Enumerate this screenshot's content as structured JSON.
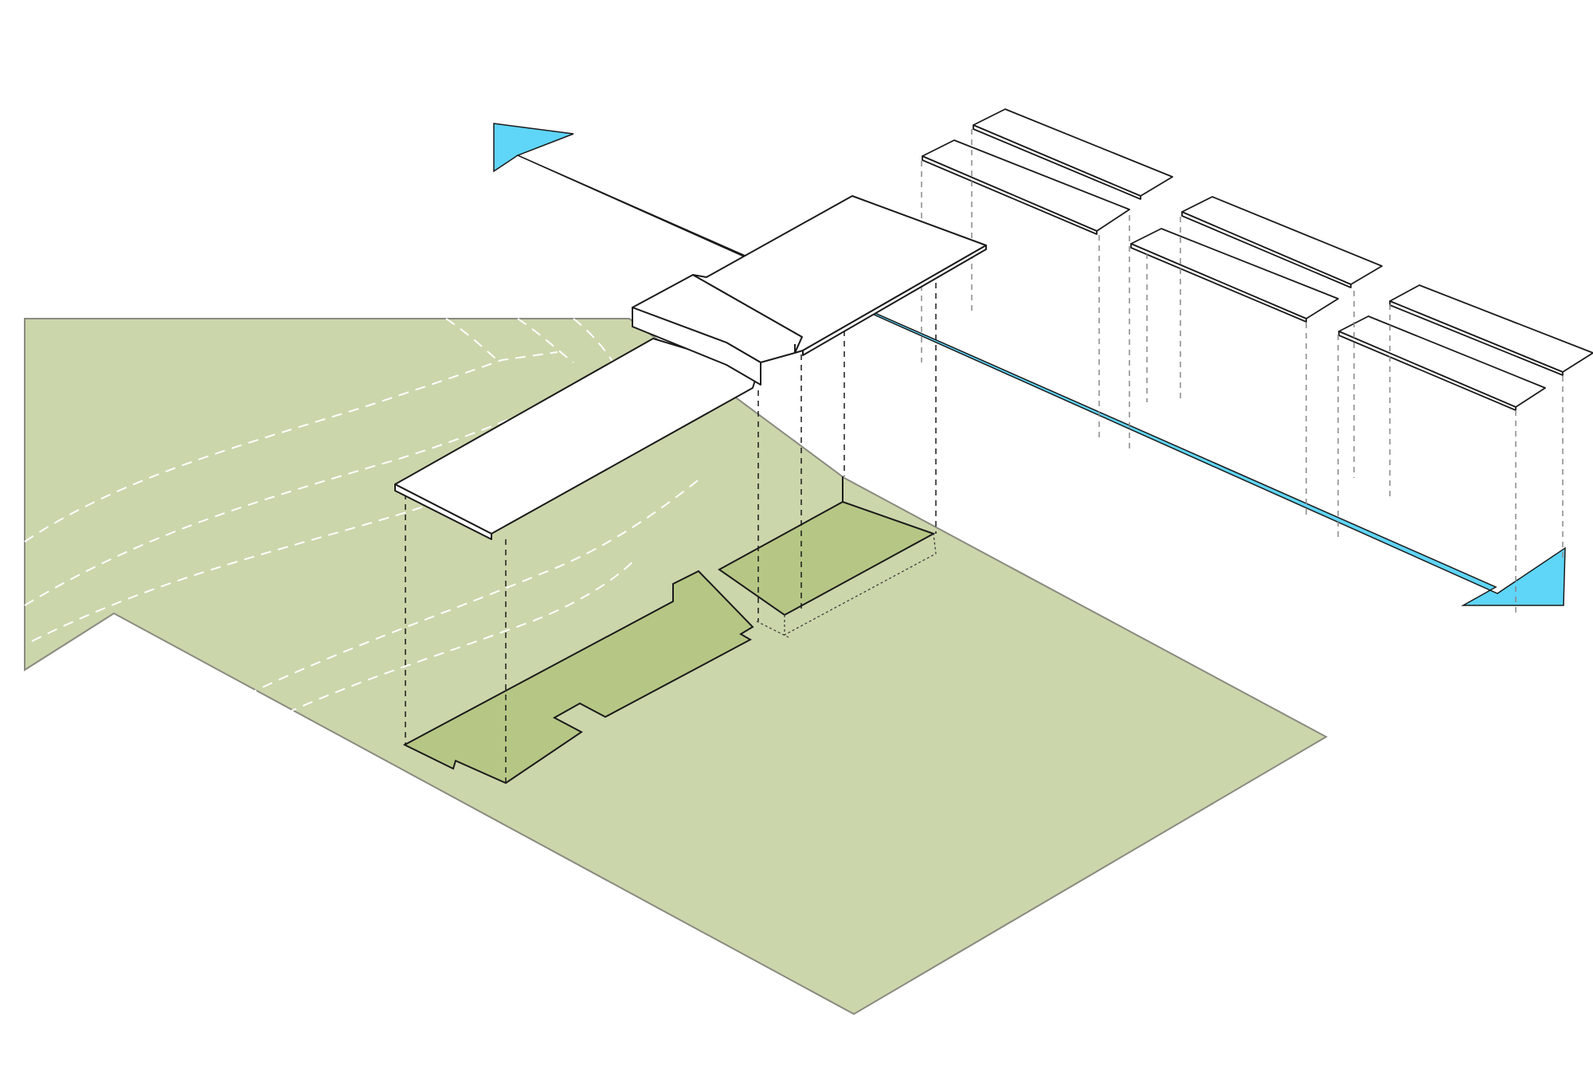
{
  "diagram": {
    "type": "axonometric-site-diagram",
    "colors": {
      "background": "#ffffff",
      "terrain": "#cbd6ab",
      "footprint": "#b6c785",
      "arrow": "#5fd5f8",
      "outline": "#1a1a1a",
      "contour": "#ffffff",
      "guide": "#555555"
    },
    "elements": {
      "terrain": "terrain-plane",
      "contours": "contour-lines",
      "footprint": "building-footprint",
      "courtyard": "courtyard-footprint",
      "building": "building-volume",
      "flow": "circulation-arrow",
      "neighbors": "neighboring-buildings",
      "guides": "projection-lines"
    }
  }
}
